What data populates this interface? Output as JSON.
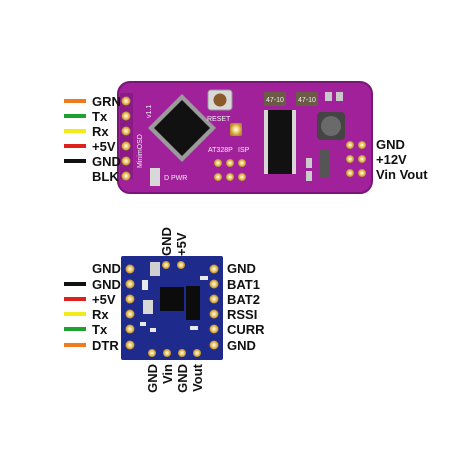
{
  "colors": {
    "background": "#ffffff",
    "top_board": "#a0219a",
    "bottom_board": "#1e2a8c",
    "wire_orange": "#f07a1c",
    "wire_green": "#1ea12e",
    "wire_yellow": "#f3ea1a",
    "wire_red": "#e0201c",
    "wire_black": "#111111"
  },
  "top_board": {
    "left_labels": [
      "GRN",
      "Tx",
      "Rx",
      "+5V",
      "GND",
      "BLK"
    ],
    "wire_colors": [
      "orange",
      "green",
      "yellow",
      "red",
      "black",
      "none"
    ],
    "right_labels": [
      "GND",
      "+12V",
      "Vin Vout"
    ],
    "silk": {
      "reset": "RESET",
      "chip": "AT328P",
      "isp": "ISP",
      "pwr": "PWR",
      "d": "D",
      "name": "MinimOSD",
      "version": "v1.1",
      "c1": "47-10",
      "c2": "47-10"
    }
  },
  "bottom_board": {
    "top_labels": [
      "GND",
      "+5V"
    ],
    "left_labels": [
      "GND",
      "GND",
      "+5V",
      "Rx",
      "Tx",
      "DTR"
    ],
    "wire_colors": [
      "none",
      "black",
      "red",
      "yellow",
      "green",
      "orange"
    ],
    "right_labels": [
      "GND",
      "BAT1",
      "BAT2",
      "RSSI",
      "CURR",
      "GND"
    ],
    "bottom_labels": [
      "GND",
      "Vin",
      "GND",
      "Vout"
    ]
  }
}
